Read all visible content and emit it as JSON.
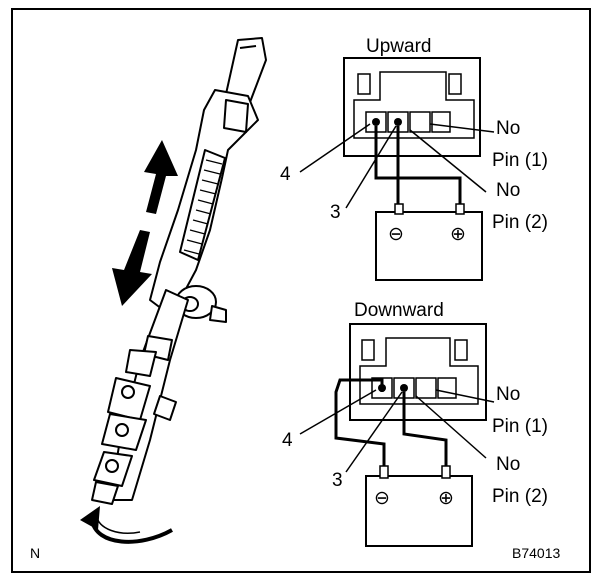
{
  "upward": {
    "title": "Upward",
    "pin4": "4",
    "pin3": "3",
    "no_pin1_a": "No",
    "no_pin1_b": "Pin (1)",
    "no_pin2_a": "No",
    "no_pin2_b": "Pin (2)",
    "neg": "⊖",
    "pos": "⊕"
  },
  "downward": {
    "title": "Downward",
    "pin4": "4",
    "pin3": "3",
    "no_pin1_a": "No",
    "no_pin1_b": "Pin (1)",
    "no_pin2_a": "No",
    "no_pin2_b": "Pin (2)",
    "neg": "⊖",
    "pos": "⊕"
  },
  "corner_left": "N",
  "corner_right": "B74013"
}
